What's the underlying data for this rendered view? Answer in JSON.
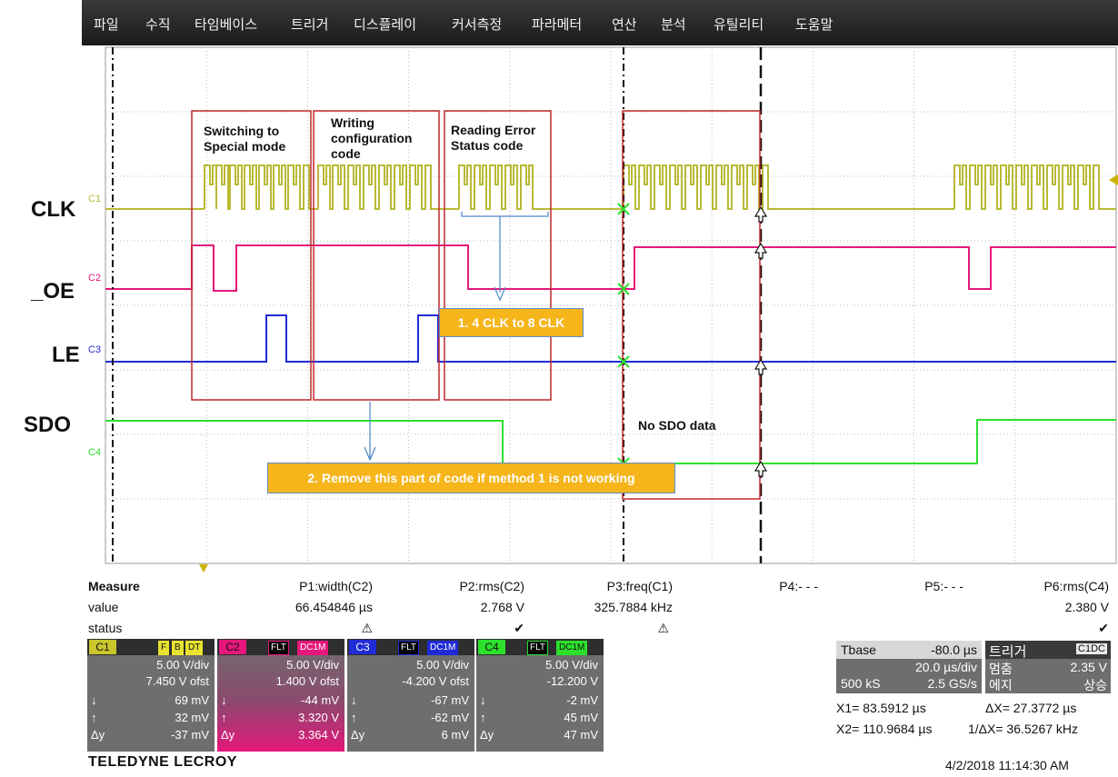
{
  "menu": [
    "파일",
    "수직",
    "타임베이스",
    "트리거",
    "디스플레이",
    "커서측정",
    "파라메터",
    "연산",
    "분석",
    "유틸리티",
    "도움말"
  ],
  "labels": {
    "clk": "CLK",
    "oe": "_OE",
    "le": "LE",
    "sdo": "SDO"
  },
  "channel_tags": {
    "c1": "C1",
    "c2": "C2",
    "c3": "C3",
    "c4": "C4"
  },
  "annotations": {
    "switching": "Switching to Special mode",
    "writing": "Writing configuration code",
    "reading": "Reading Error Status code",
    "no_sdo": "No SDO data",
    "callout1": "1. 4 CLK to 8 CLK",
    "callout2": "2. Remove this part of code if method 1 is not working"
  },
  "colors": {
    "c1": "#b9b935",
    "c2": "#e5177b",
    "c3": "#1f2bd6",
    "c4": "#2ce02c",
    "box": "#c1272d",
    "callout": "#f6b51b"
  },
  "measure": {
    "title": "Measure",
    "row_value": "value",
    "row_status": "status",
    "params": [
      {
        "name": "P1:width(C2)",
        "value": "66.454846 µs",
        "status": "⚠"
      },
      {
        "name": "P2:rms(C2)",
        "value": "2.768 V",
        "status": "✔"
      },
      {
        "name": "P3:freq(C1)",
        "value": "325.7884 kHz",
        "status": "⚠"
      },
      {
        "name": "P4:- - -",
        "value": "",
        "status": ""
      },
      {
        "name": "P5:- - -",
        "value": "",
        "status": ""
      },
      {
        "name": "P6:rms(C4)",
        "value": "2.380 V",
        "status": "✔"
      }
    ]
  },
  "channels": [
    {
      "name": "C1",
      "tags": [
        "F",
        "B",
        "DT"
      ],
      "vdiv": "5.00 V/div",
      "ofst": "7.450 V ofst",
      "down": "69 mV",
      "up": "32 mV",
      "dy": "-37 mV"
    },
    {
      "name": "C2",
      "tags": [
        "FLT",
        "DC1M"
      ],
      "vdiv": "5.00 V/div",
      "ofst": "1.400 V ofst",
      "down": "-44 mV",
      "up": "3.320 V",
      "dy": "3.364 V"
    },
    {
      "name": "C3",
      "tags": [
        "FLT",
        "DC1M"
      ],
      "vdiv": "5.00 V/div",
      "ofst": "-4.200 V ofst",
      "down": "-67 mV",
      "up": "-62 mV",
      "dy": "6 mV"
    },
    {
      "name": "C4",
      "tags": [
        "FLT",
        "DC1M"
      ],
      "vdiv": "5.00 V/div",
      "ofst": "-12.200 V",
      "down": "-2 mV",
      "up": "45 mV",
      "dy": "47 mV"
    }
  ],
  "timebase": {
    "label": "Tbase",
    "delay": "-80.0 µs",
    "tdiv": "20.0 µs/div",
    "samples": "500 kS",
    "rate": "2.5 GS/s",
    "trigger_title": "트리거",
    "trigger_src": "C1DC",
    "stop_label": "멈춤",
    "stop_val": "2.35 V",
    "edge_label": "에지",
    "edge_val": "상승"
  },
  "cursors": {
    "x1": "X1=   83.5912 µs",
    "dx": "ΔX=   27.3772 µs",
    "x2": "X2=  110.9684 µs",
    "inv": "1/ΔX=  36.5267 kHz"
  },
  "brand": "TELEDYNE LECROY",
  "timestamp": "4/2/2018 11:14:30 AM"
}
